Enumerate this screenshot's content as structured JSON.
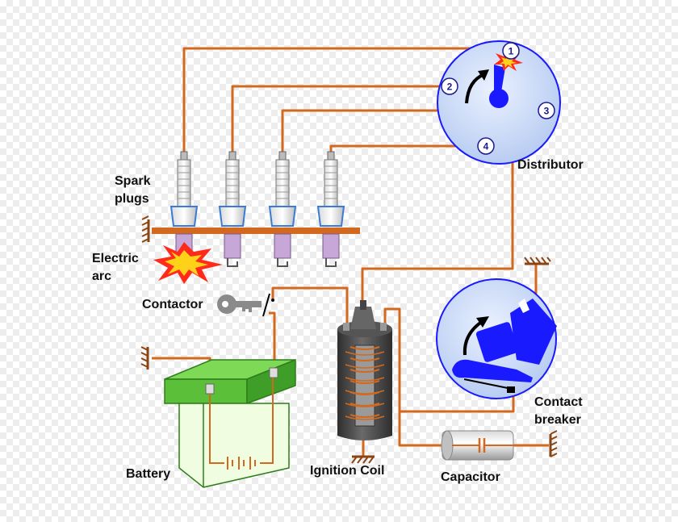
{
  "labels": {
    "spark_plugs": [
      "Spark",
      "plugs"
    ],
    "electric_arc": [
      "Electric",
      "arc"
    ],
    "contactor": "Contactor",
    "battery": "Battery",
    "ignition_coil": "Ignition Coil",
    "capacitor": "Capacitor",
    "distributor": "Distributor",
    "contact_breaker": [
      "Contact",
      "breaker"
    ]
  },
  "distributor_terminals": [
    "1",
    "2",
    "3",
    "4"
  ],
  "colors": {
    "wire": "#d2691e",
    "distributor_fill": "#c8d8f5",
    "distributor_blue": "#1a1aff",
    "battery_green": "#5cbf3a",
    "coil_dark": "#444444",
    "spark_yellow": "#ffd21a",
    "spark_red": "#ff2a1a"
  },
  "icons": [
    "key-icon",
    "spark-icon",
    "ground-symbol",
    "rotation-arrow-icon"
  ]
}
